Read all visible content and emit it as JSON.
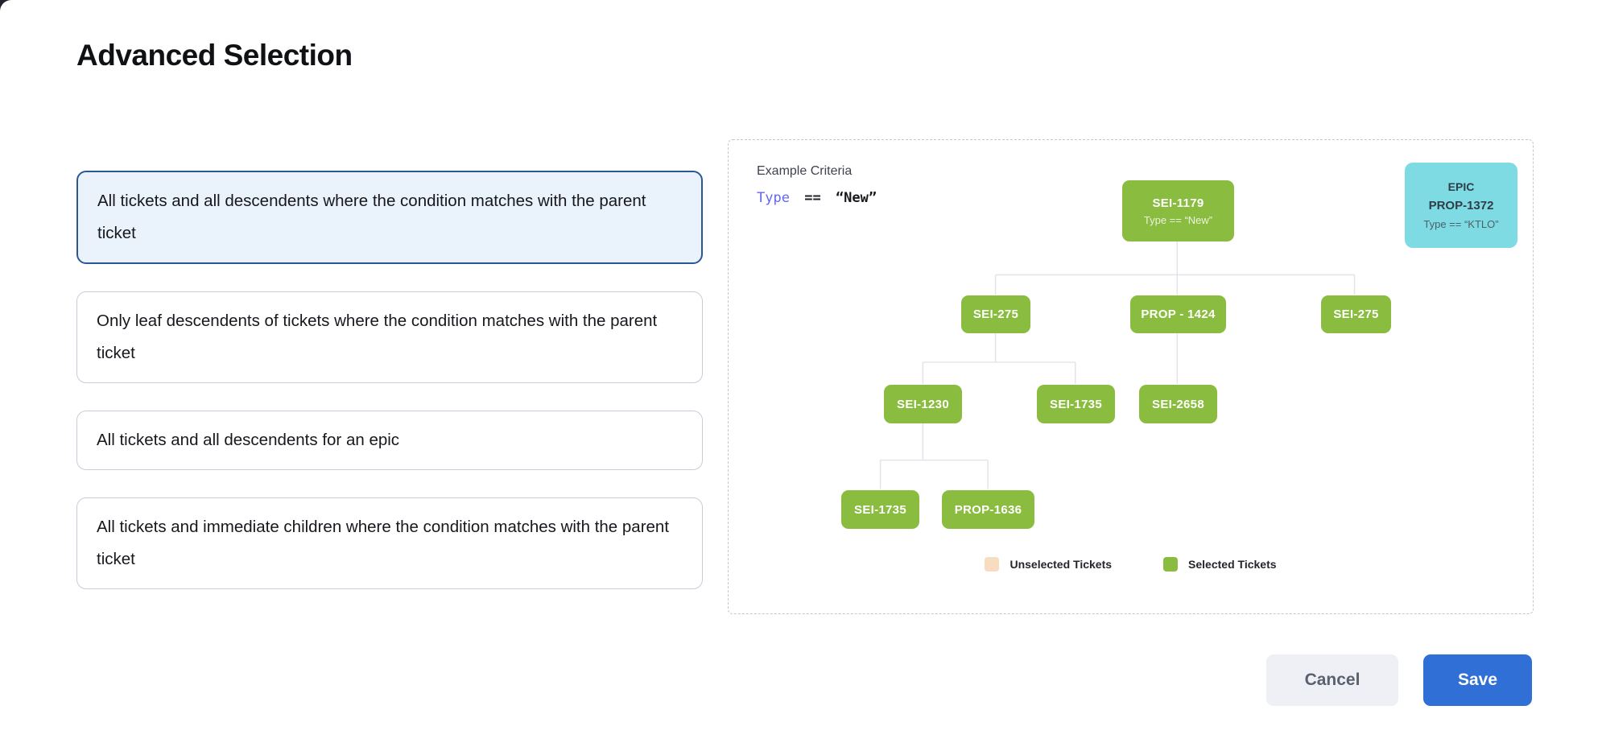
{
  "page": {
    "title": "Advanced Selection"
  },
  "options": [
    {
      "label": "All tickets and all descendents where the condition matches with the parent ticket",
      "selected": true
    },
    {
      "label": "Only leaf descendents of tickets where the condition matches with the parent ticket",
      "selected": false
    },
    {
      "label": "All tickets and all descendents for an epic",
      "selected": false
    },
    {
      "label": "All tickets and immediate children where the condition matches with the parent ticket",
      "selected": false
    }
  ],
  "diagram": {
    "criteria_label": "Example Criteria",
    "criteria": {
      "field": "Type",
      "operator": "==",
      "value": "“New”"
    },
    "epic": {
      "type_label": "EPIC",
      "id": "PROP-1372",
      "condition": "Type == “KTLO”"
    },
    "tree_nodes": [
      {
        "id": "SEI-1179",
        "condition": "Type == “New”"
      },
      {
        "id": "SEI-275"
      },
      {
        "id": "PROP - 1424"
      },
      {
        "id": "SEI-275"
      },
      {
        "id": "SEI-1230"
      },
      {
        "id": "SEI-1735"
      },
      {
        "id": "SEI-2658"
      },
      {
        "id": "SEI-1735"
      },
      {
        "id": "PROP-1636"
      }
    ],
    "legend": [
      {
        "label": "Unselected Tickets",
        "color": "#f8dcc0"
      },
      {
        "label": "Selected Tickets",
        "color": "#8abc3f"
      }
    ]
  },
  "footer": {
    "cancel_label": "Cancel",
    "save_label": "Save"
  },
  "colors": {
    "selected_node": "#8abc3f",
    "unselected_node": "#f8dcc0",
    "epic_card": "#7edbe4",
    "selected_option_bg": "#eaf3fb",
    "selected_option_border": "#2b5797",
    "criteria_field": "#6466f1",
    "save_button": "#2f6fd6",
    "tree_line": "#e3e4ea"
  }
}
